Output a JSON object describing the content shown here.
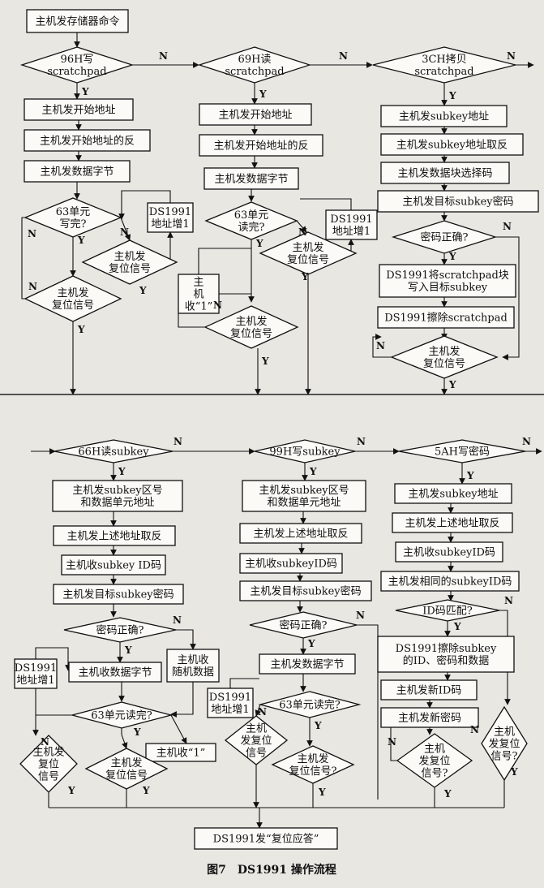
{
  "caption": "图7　DS1991 操作流程",
  "labels": {
    "yes": "Y",
    "no": "N"
  },
  "nodes": {
    "start": "主机发存储器命令",
    "d96": [
      "96H写",
      "scratchpad"
    ],
    "d69": [
      "69H读",
      "scratchpad"
    ],
    "d3c": [
      "3CH拷贝",
      "scratchpad"
    ],
    "w_addr": "主机发开始地址",
    "w_naddr": "主机发开始地址的反",
    "w_data": "主机发数据字节",
    "w_d63": [
      "63单元",
      "写完?"
    ],
    "w_inc": [
      "DS1991",
      "地址增1"
    ],
    "w_rst_r": [
      "主机发",
      "复位信号"
    ],
    "w_rst_l": [
      "主机发",
      "复位信号"
    ],
    "r_addr": "主机发开始地址",
    "r_naddr": "主机发开始地址的反",
    "r_data": "主机发数据字节",
    "r_d63": [
      "63单元",
      "读完?"
    ],
    "r_inc": [
      "DS1991",
      "地址增1"
    ],
    "r_rst_r": [
      "主机发",
      "复位信号"
    ],
    "r_recv1": [
      "主",
      "机",
      "收“1”"
    ],
    "r_rst_b": [
      "主机发",
      "复位信号"
    ],
    "c_addr": "主机发subkey地址",
    "c_naddr": "主机发subkey地址取反",
    "c_sel": "主机发数据块选择码",
    "c_pwd": "主机发目标subkey密码",
    "c_ok": "密码正确?",
    "c_copy": [
      "DS1991将scratchpad块",
      "写入目标subkey"
    ],
    "c_erase": "DS1991擦除scratchpad",
    "c_rst": [
      "主机发",
      "复位信号"
    ],
    "d66": "66H读subkey",
    "d99": "99H写subkey",
    "d5a": "5AH写密码",
    "a_addr": [
      "主机发subkey区号",
      "和数据单元地址"
    ],
    "a_naddr": "主机发上述地址取反",
    "a_id": "主机收subkey ID码",
    "a_pwd": "主机发目标subkey密码",
    "a_ok": "密码正确?",
    "a_data": "主机收数据字节",
    "a_rand": [
      "主机收",
      "随机数据"
    ],
    "a_inc": [
      "DS1991",
      "地址增1"
    ],
    "a_d63": "63单元读完?",
    "a_recv1": "主机收“1”",
    "a_rst_l": [
      "主机发",
      "复位",
      "信号"
    ],
    "a_rst_r": [
      "主机发",
      "复位信号"
    ],
    "b_addr": [
      "主机发subkey区号",
      "和数据单元地址"
    ],
    "b_naddr": "主机发上述地址取反",
    "b_id": "主机收subkeyID码",
    "b_pwd": "主机发目标subkey密码",
    "b_ok": "密码正确?",
    "b_data": "主机发数据字节",
    "b_inc": [
      "DS1991",
      "地址增1"
    ],
    "b_d63": "63单元读完?",
    "b_rst_l": [
      "主机",
      "发复位",
      "信号"
    ],
    "b_rst_r": [
      "主机发",
      "复位信号?"
    ],
    "p_addr": "主机发subkey地址",
    "p_naddr": "主机发上述地址取反",
    "p_id": "主机收subkeyID码",
    "p_same": "主机发相同的subkeyID码",
    "p_match": "ID码匹配?",
    "p_erase": [
      "DS1991擦除subkey",
      "的ID、密码和数据"
    ],
    "p_newid": "主机发新ID码",
    "p_newpwd": "主机发新密码",
    "p_rst_l": [
      "主机",
      "发复位",
      "信号?"
    ],
    "p_rst_r": [
      "主机",
      "发复位",
      "信号?"
    ],
    "end": "DS1991发“复位应答”"
  }
}
